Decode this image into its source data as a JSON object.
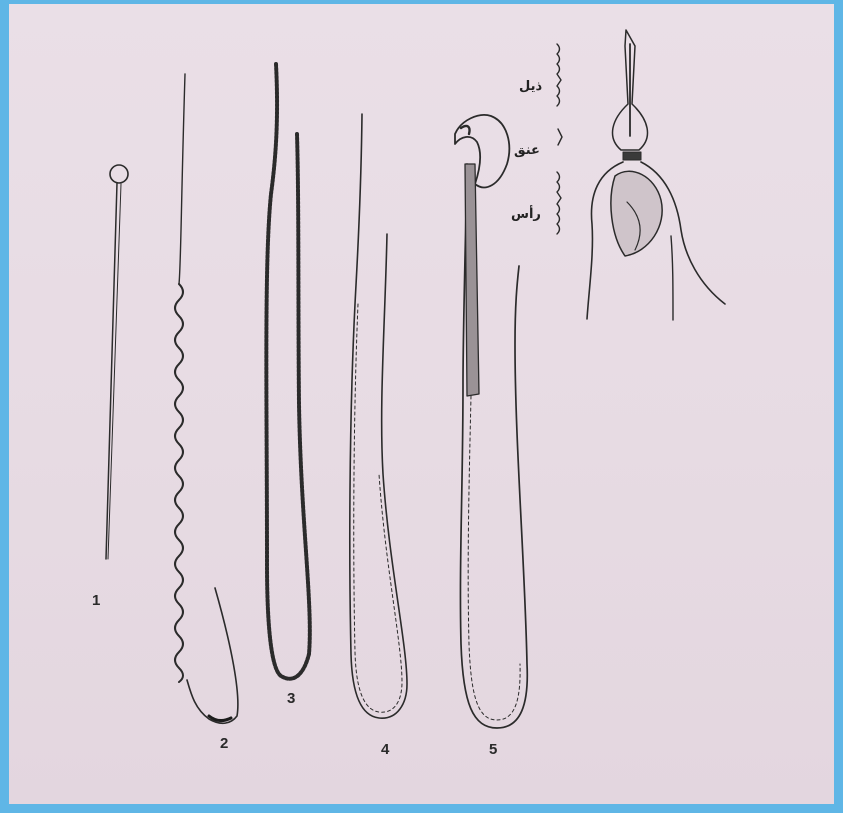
{
  "figure": {
    "numbers": [
      "1",
      "2",
      "3",
      "4",
      "5"
    ],
    "part_labels": {
      "tail": "ذيل",
      "neck": "عنق",
      "head": "رأس"
    }
  },
  "colors": {
    "border": "#5fb6e6",
    "paper": "#e8dce4",
    "ink": "#2b2b2b"
  }
}
